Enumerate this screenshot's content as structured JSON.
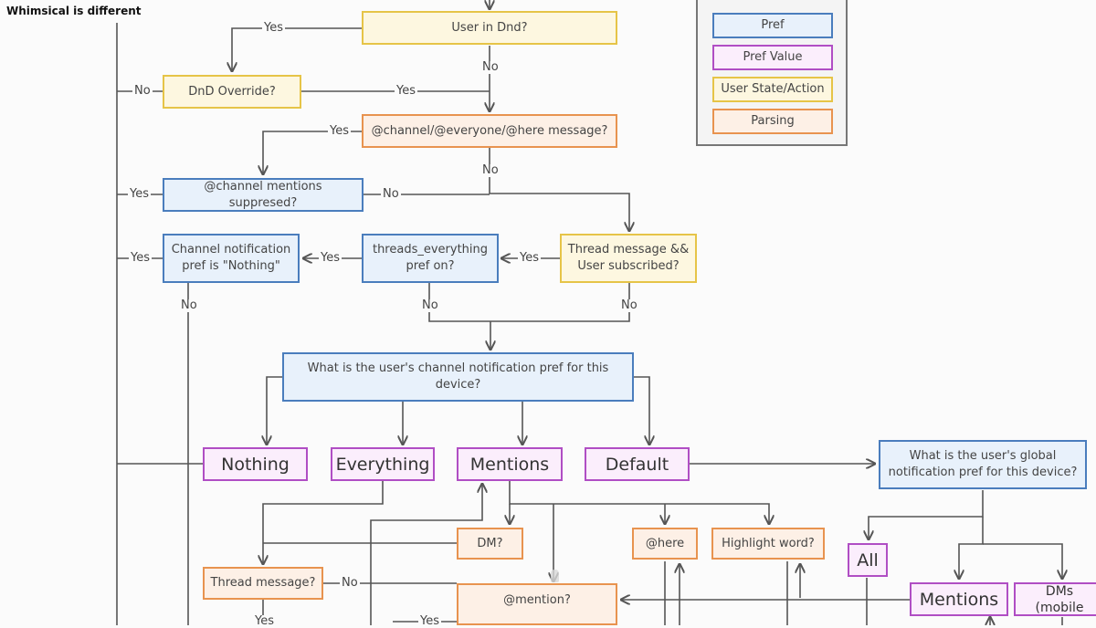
{
  "header": {
    "title": "Whimsical is different"
  },
  "legend": {
    "pref": "Pref",
    "pref_value": "Pref Value",
    "user_state": "User State/Action",
    "parsing": "Parsing"
  },
  "nodes": {
    "user_dnd": "User in Dnd?",
    "dnd_override": "DnD Override?",
    "channel_message": "@channel/@everyone/@here message?",
    "channel_suppressed": "@channel mentions suppresed?",
    "channel_pref_nothing": "Channel notification pref is \"Nothing\"",
    "threads_everything": "threads_everything pref on?",
    "thread_subscribed": "Thread message && User subscribed?",
    "channel_pref_question": "What is the user's channel notification pref for this device?",
    "nothing": "Nothing",
    "everything": "Everything",
    "mentions": "Mentions",
    "default": "Default",
    "global_pref_question": "What is the user's global notification pref for this device?",
    "dm": "DM?",
    "here": "@here",
    "highlight_word": "Highlight word?",
    "all": "All",
    "thread_message": "Thread message?",
    "mention": "@mention?",
    "mentions_global": "Mentions",
    "dms_mobile": "DMs (mobile"
  },
  "edge_labels": {
    "yes": "Yes",
    "no": "No"
  }
}
